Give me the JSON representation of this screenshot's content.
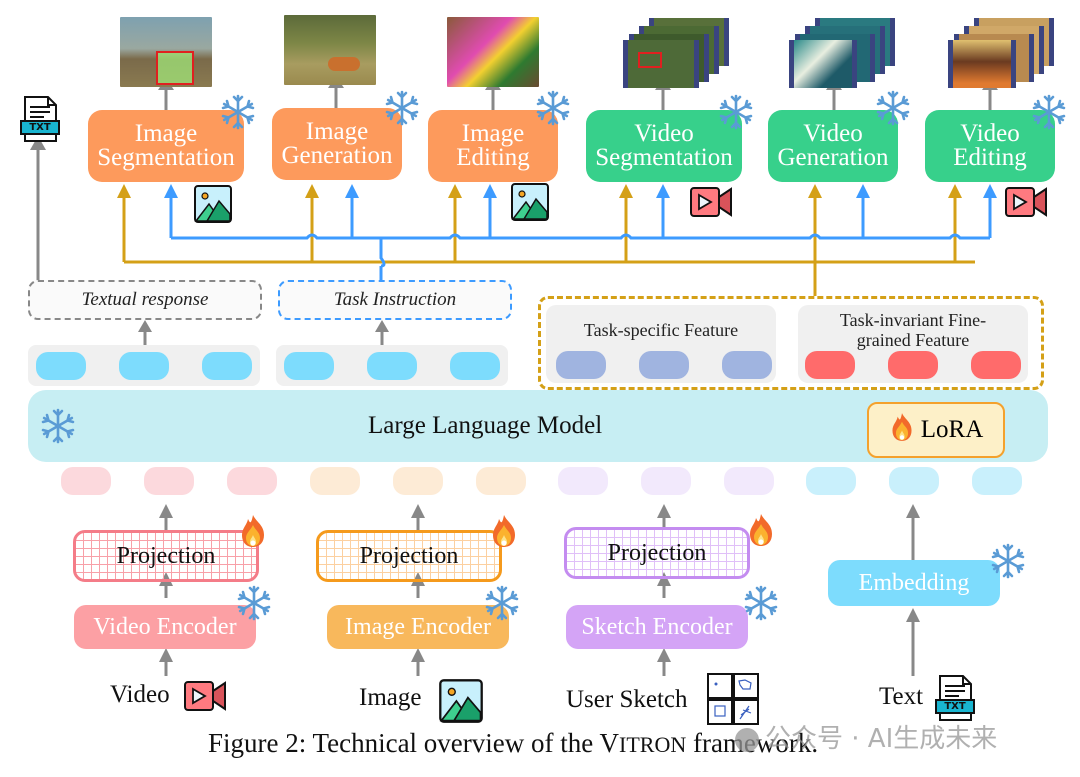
{
  "caption": {
    "prefix": "Figure 2: Technical overview of the ",
    "name_first": "V",
    "name_rest": "ITRON",
    "suffix": " framework."
  },
  "watermark": "公众号 · AI生成未来",
  "tasks": [
    {
      "line1": "Image",
      "line2": "Segmentation",
      "kind": "image"
    },
    {
      "line1": "Image",
      "line2": "Generation",
      "kind": "image"
    },
    {
      "line1": "Image",
      "line2": "Editing",
      "kind": "image"
    },
    {
      "line1": "Video",
      "line2": "Segmentation",
      "kind": "video"
    },
    {
      "line1": "Video",
      "line2": "Generation",
      "kind": "video"
    },
    {
      "line1": "Video",
      "line2": "Editing",
      "kind": "video"
    }
  ],
  "output_file_badge": "TXT",
  "labels": {
    "textual_response": "Textual response",
    "task_instruction": "Task Instruction",
    "task_specific": "Task-specific Feature",
    "task_invariant": "Task-invariant Fine-grained Feature",
    "llm": "Large Language Model",
    "lora": "LoRA"
  },
  "encoders": [
    {
      "projection": "Projection",
      "encoder": "Video Encoder",
      "input": "Video"
    },
    {
      "projection": "Projection",
      "encoder": "Image Encoder",
      "input": "Image"
    },
    {
      "projection": "Projection",
      "encoder": "Sketch Encoder",
      "input": "User Sketch"
    }
  ],
  "text_branch": {
    "embedding": "Embedding",
    "input": "Text",
    "badge": "TXT"
  },
  "colors": {
    "image_task": "#fd9a5c",
    "video_task": "#37d08b",
    "wire_gold": "#d4a017",
    "wire_blue": "#3d9bff",
    "arrow_gray": "#888888",
    "llm_bg": "#c7eef3",
    "token_cyan": "#7ddcfd",
    "token_task_specific": "#a0b4e0",
    "token_invariant": "#ff6b6b",
    "video_enc": "#fca0a4",
    "image_enc": "#f8b85c",
    "sketch_enc": "#d4a4f6",
    "embedding": "#7ddcfd",
    "snowflake": "#5a9bd5"
  }
}
